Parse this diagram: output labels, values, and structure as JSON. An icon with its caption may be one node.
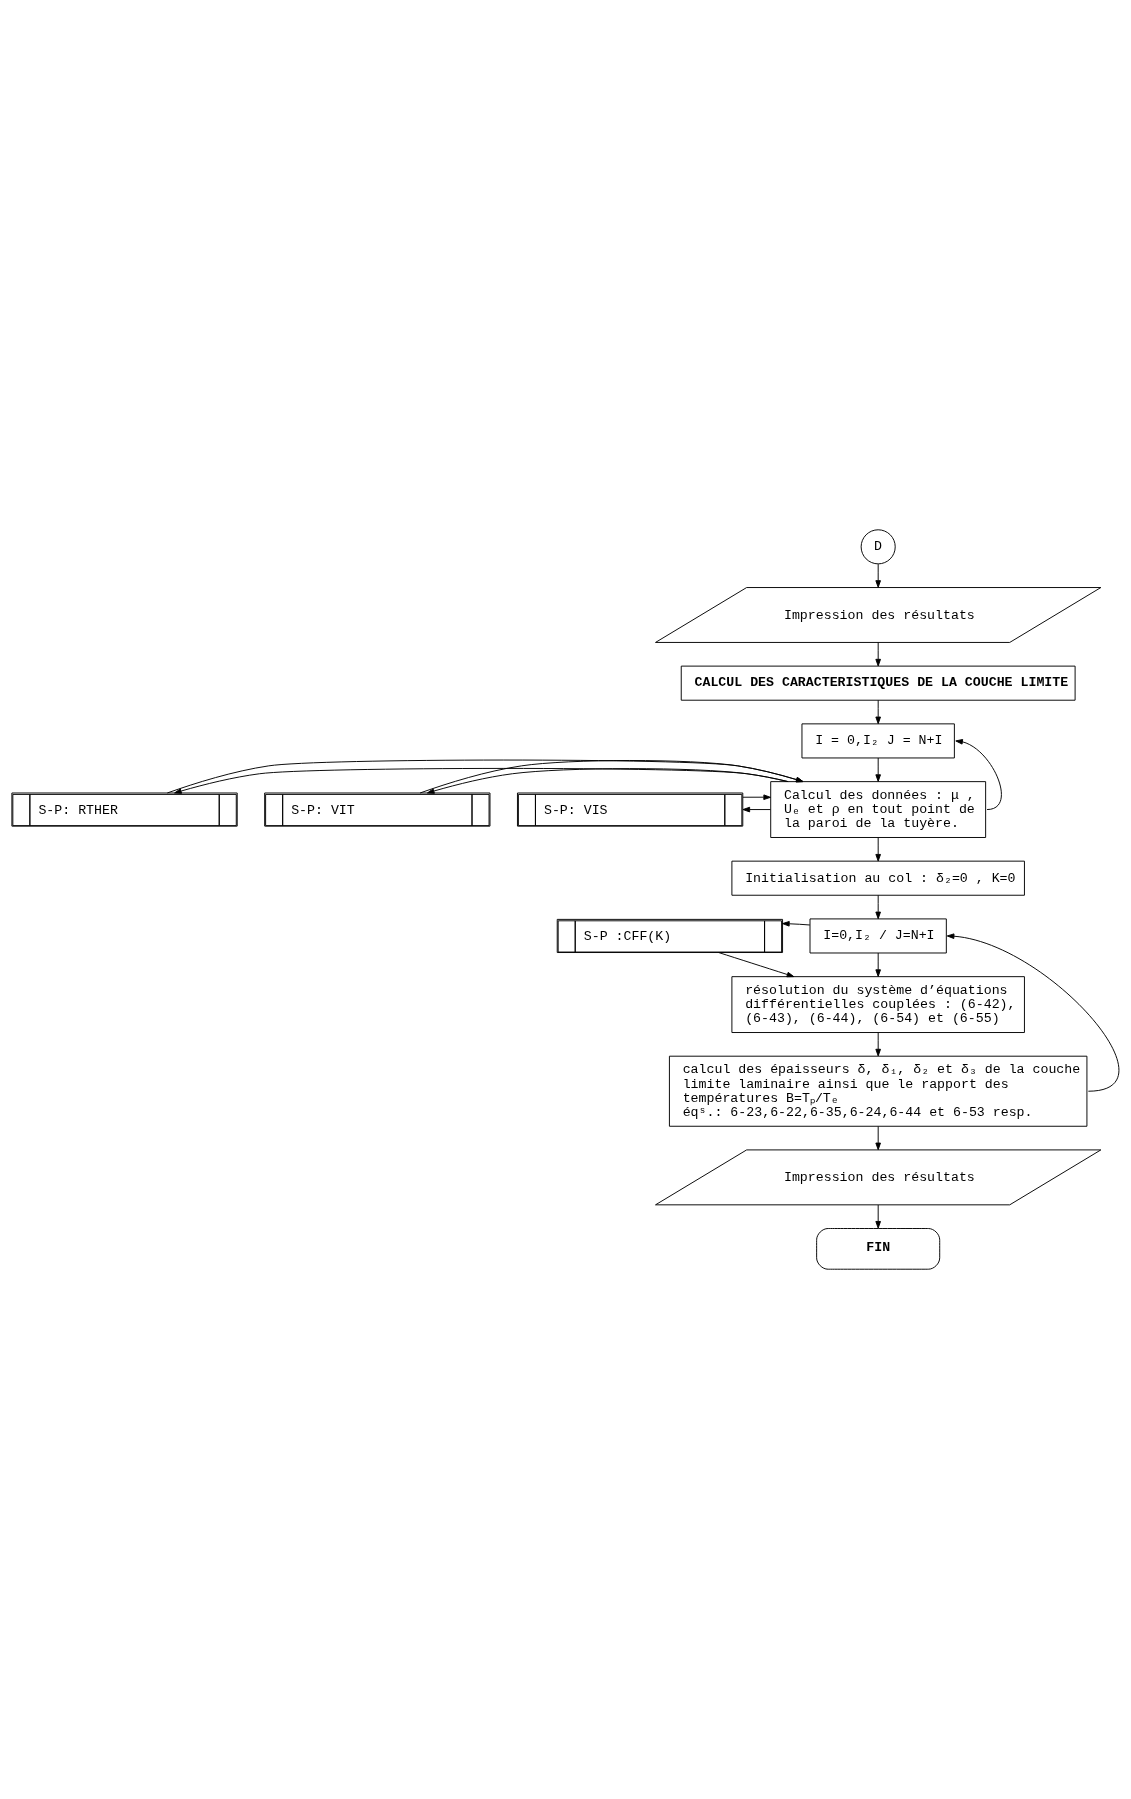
{
  "diagram": {
    "nodes": [
      {
        "text": [
          "D"
        ]
      },
      {
        "text": [
          "Impression des résultats"
        ]
      },
      {
        "text": [
          "CALCUL DES CARACTERISTIQUES DE LA COUCHE LIMITE"
        ]
      },
      {
        "text": [
          "I = 0,I₂ J = N+I"
        ]
      },
      {
        "text": [
          "S-P: RTHER"
        ]
      },
      {
        "text": [
          "S-P: VIT"
        ]
      },
      {
        "text": [
          "S-P: VIS"
        ]
      },
      {
        "text": [
          "Calcul des données : μ , Uₑ et ρ en tout point de la paroi de la tuyère."
        ]
      },
      {
        "text": [
          "Initialisation au col : δ₂=0 , K=0"
        ]
      },
      {
        "text": [
          "I=0,I₂ / J=N+I"
        ]
      },
      {
        "text": [
          "S-P :CFF(K)"
        ]
      },
      {
        "text": [
          "résolution du système d’équations différentielles couplées : (6-42), (6-43), (6-44), (6-54) et (6-55)"
        ]
      },
      {
        "text": [
          "calcul des épaisseurs δ, δ₁, δ₂ et δ₃ de la couche limite laminaire ainsi que le rapport des températures B=Tₚ/Tₑ",
          "éqˢ.: 6-23,6-22,6-35,6-24,6-44 et 6-53 resp."
        ]
      },
      {
        "text": [
          "Impression des résultats"
        ]
      },
      {
        "text": [
          "FIN"
        ]
      }
    ],
    "edges": [
      {
        "from": 0,
        "to": 1,
        "arrow": "to"
      },
      {
        "from": 1,
        "to": 2,
        "arrow": "to"
      },
      {
        "from": 2,
        "to": 3,
        "arrow": "to"
      },
      {
        "from": 3,
        "to": 7,
        "arrow": "to"
      },
      {
        "from": 7,
        "to": 4,
        "arrow": "to"
      },
      {
        "from": 4,
        "to": 7,
        "arrow": "to"
      },
      {
        "from": 7,
        "to": 5,
        "arrow": "to"
      },
      {
        "from": 5,
        "to": 7,
        "arrow": "to"
      },
      {
        "from": 7,
        "to": 6,
        "arrow": "to"
      },
      {
        "from": 6,
        "to": 7,
        "arrow": "to"
      },
      {
        "from": 7,
        "to": 3,
        "arrow": "to"
      },
      {
        "from": 7,
        "to": 8,
        "arrow": "to"
      },
      {
        "from": 8,
        "to": 9,
        "arrow": "to"
      },
      {
        "from": 9,
        "to": 10,
        "arrow": "to"
      },
      {
        "from": 10,
        "to": 11,
        "arrow": "to"
      },
      {
        "from": 9,
        "to": 11,
        "arrow": "to"
      },
      {
        "from": 11,
        "to": 12,
        "arrow": "to"
      },
      {
        "from": 12,
        "to": 9,
        "arrow": "to"
      },
      {
        "from": 12,
        "to": 13,
        "arrow": "to"
      },
      {
        "from": 13,
        "to": 14,
        "arrow": "to"
      }
    ]
  }
}
